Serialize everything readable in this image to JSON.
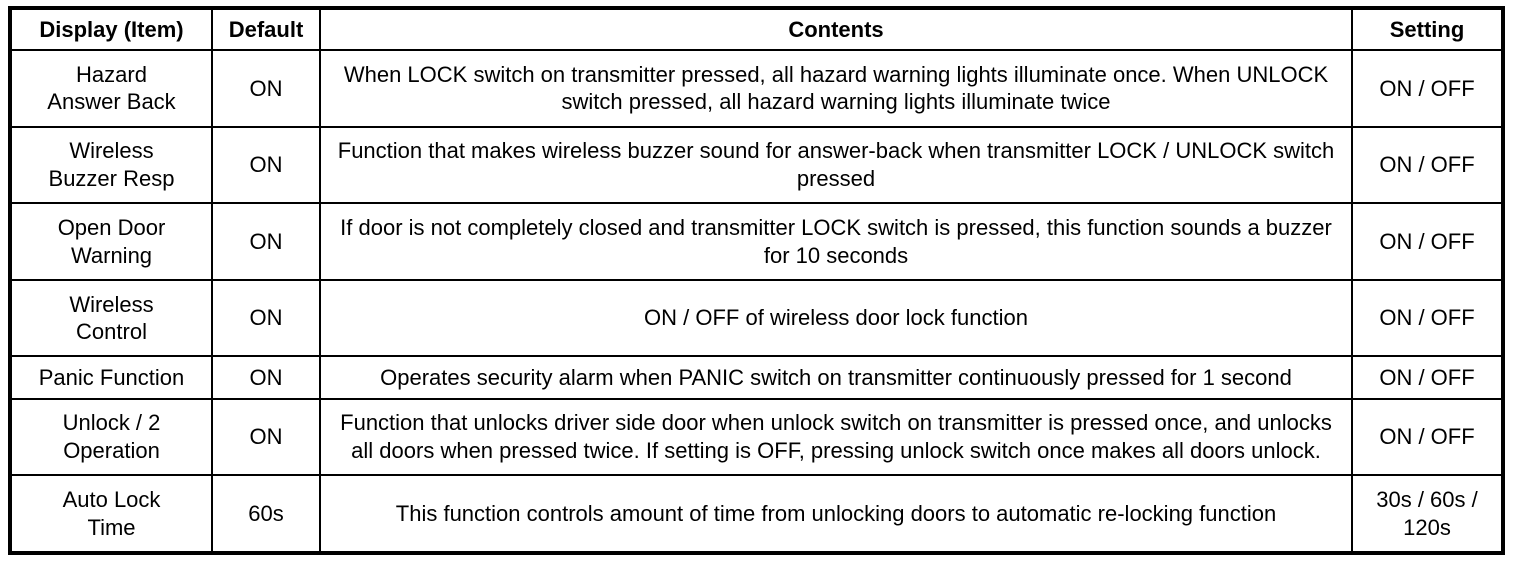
{
  "table": {
    "headers": {
      "item": "Display (Item)",
      "default": "Default",
      "contents": "Contents",
      "setting": "Setting"
    },
    "rows": [
      {
        "item": "Hazard\nAnswer Back",
        "default": "ON",
        "contents": "When LOCK switch on transmitter pressed, all hazard warning lights illuminate once. When UNLOCK switch pressed, all hazard warning lights illuminate twice",
        "setting": "ON / OFF"
      },
      {
        "item": "Wireless\nBuzzer Resp",
        "default": "ON",
        "contents": "Function that makes wireless buzzer sound for answer-back when transmitter LOCK / UNLOCK switch pressed",
        "setting": "ON / OFF"
      },
      {
        "item": "Open Door\nWarning",
        "default": "ON",
        "contents": "If door is not completely closed and transmitter LOCK switch is pressed, this function sounds a buzzer for 10 seconds",
        "setting": "ON / OFF"
      },
      {
        "item": "Wireless\nControl",
        "default": "ON",
        "contents": "ON / OFF of wireless door lock function",
        "setting": "ON / OFF"
      },
      {
        "item": "Panic Function",
        "default": "ON",
        "contents": "Operates security alarm when PANIC switch on transmitter continuously pressed for 1 second",
        "setting": "ON / OFF"
      },
      {
        "item": "Unlock / 2\nOperation",
        "default": "ON",
        "contents": "Function that unlocks driver side door when unlock switch on transmitter is pressed once, and unlocks all doors when pressed twice. If setting is OFF, pressing unlock switch once makes all doors unlock.",
        "setting": "ON / OFF"
      },
      {
        "item": "Auto Lock\nTime",
        "default": "60s",
        "contents": "This function controls amount of time from unlocking doors to automatic re-locking function",
        "setting": "30s / 60s / 120s"
      }
    ]
  },
  "colors": {
    "border": "#000000",
    "text": "#000000",
    "background": "#ffffff"
  }
}
